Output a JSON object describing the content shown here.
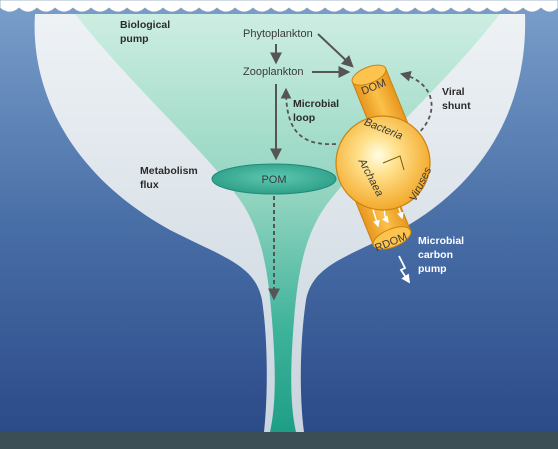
{
  "labels": {
    "biological_pump": [
      "Biological",
      "pump"
    ],
    "phytoplankton": "Phytoplankton",
    "zooplankton": "Zooplankton",
    "dom": "DOM",
    "microbial_loop": [
      "Microbial",
      "loop"
    ],
    "viral_shunt": [
      "Viral",
      "shunt"
    ],
    "metabolism_flux": [
      "Metabolism",
      "flux"
    ],
    "pom": "POM",
    "bacteria": "Bacteria",
    "archaea": "Archaea",
    "viruses": "Viruses",
    "rdom": "RDOM",
    "microbial_carbon_pump": [
      "Microbial",
      "carbon",
      "pump"
    ]
  },
  "colors": {
    "ocean_top": "#5d86b8",
    "ocean_bottom": "#2d4f8f",
    "funnel_outer": "#d9e2ea",
    "funnel_inner": "#9fdcc9",
    "funnel_inner_deep": "#2aa792",
    "seafloor": "#3c4e55",
    "orange": "#f7b233",
    "orange_dark": "#c98312",
    "arrow": "#555555"
  }
}
